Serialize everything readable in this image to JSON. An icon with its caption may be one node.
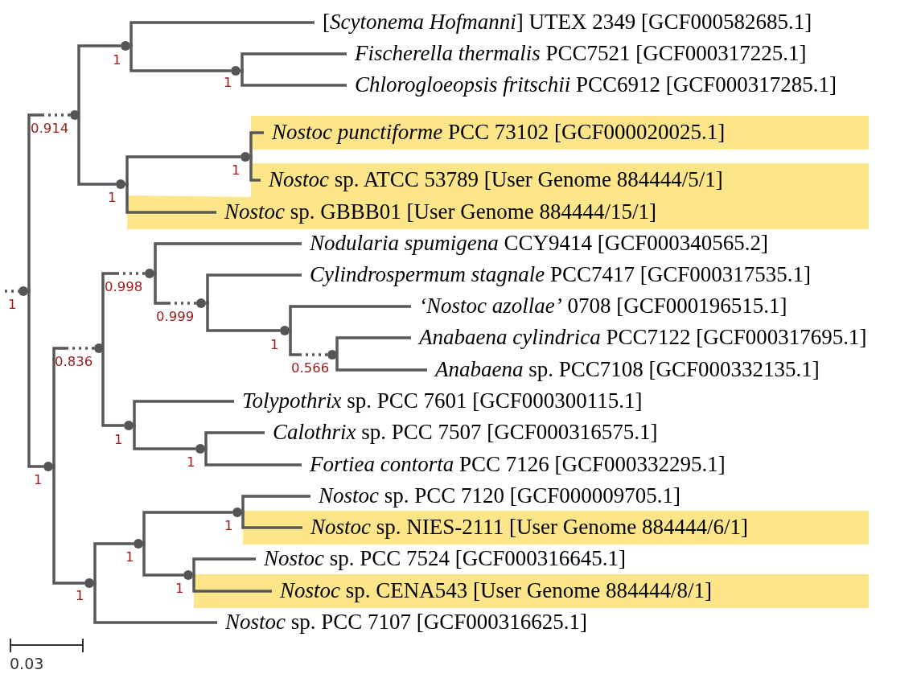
{
  "diagram": {
    "nodes": [
      {
        "text": [
          "[*Scytonema Hofmanni*] UTEX 2349 [GCF000582685.1]"
        ]
      },
      {
        "text": [
          "*Fischerella thermalis* PCC7521 [GCF000317225.1]"
        ]
      },
      {
        "text": [
          "*Chlorogloeopsis fritschii* PCC6912 [GCF000317285.1]"
        ]
      },
      {
        "text": [],
        "shape": "box"
      },
      {
        "text": [
          "*Nostoc punctiforme* PCC 73102 [GCF000020025.1]"
        ],
        "in": 3
      },
      {
        "text": [],
        "shape": "box"
      },
      {
        "text": [
          "*Nostoc* sp. ATCC 53789 [User Genome 884444/5/1]"
        ],
        "in": 5
      },
      {
        "text": [
          "*Nostoc* sp. GBBB01 [User Genome 884444/15/1]"
        ],
        "in": 5
      },
      {
        "text": [
          "*Nodularia spumigena* CCY9414 [GCF000340565.2]"
        ]
      },
      {
        "text": [
          "*Cylindrospermum stagnale* PCC7417 [GCF000317535.1]"
        ]
      },
      {
        "text": [
          "*‘Nostoc azollae’* 0708 [GCF000196515.1]"
        ]
      },
      {
        "text": [
          "*Anabaena cylindrica* PCC7122 [GCF000317695.1]"
        ]
      },
      {
        "text": [
          "*Anabaena* sp. PCC7108 [GCF000332135.1]"
        ]
      },
      {
        "text": [
          "*Tolypothrix* sp. PCC 7601 [GCF000300115.1]"
        ]
      },
      {
        "text": [
          "*Calothrix* sp. PCC 7507 [GCF000316575.1]"
        ]
      },
      {
        "text": [
          "*Fortiea contorta* PCC 7126 [GCF000332295.1]"
        ]
      },
      {
        "text": [
          "*Nostoc* sp. PCC 7120 [GCF000009705.1]"
        ]
      },
      {
        "text": [],
        "shape": "box"
      },
      {
        "text": [
          "*Nostoc* sp. NIES-2111 [User Genome 884444/6/1]"
        ],
        "in": 17
      },
      {
        "text": [
          "*Nostoc* sp. PCC 7524 [GCF000316645.1]"
        ]
      },
      {
        "text": [],
        "shape": "box"
      },
      {
        "text": [
          "*Nostoc* sp. CENA543 [User Genome 884444/8/1]"
        ],
        "in": 20
      },
      {
        "text": [
          "*Nostoc* sp. PCC 7107 [GCF000316625.1]"
        ]
      },
      {
        "text": [],
        "shape": "circle",
        "beside": [
          "1"
        ]
      },
      {
        "text": [],
        "shape": "circle",
        "beside": [
          "0.914"
        ]
      },
      {
        "text": [],
        "shape": "circle",
        "beside": [
          "1"
        ]
      },
      {
        "text": [],
        "shape": "circle",
        "beside": [
          "1"
        ]
      },
      {
        "text": [],
        "shape": "circle",
        "beside": [
          "1"
        ]
      },
      {
        "text": [],
        "shape": "circle",
        "beside": [
          "1"
        ]
      },
      {
        "text": [],
        "shape": "circle",
        "beside": [
          "1"
        ]
      },
      {
        "text": [],
        "shape": "circle",
        "beside": [
          "0.836"
        ]
      },
      {
        "text": [],
        "shape": "circle",
        "beside": [
          "0.998"
        ]
      },
      {
        "text": [],
        "shape": "circle",
        "beside": [
          "0.999"
        ]
      },
      {
        "text": [],
        "shape": "circle",
        "beside": [
          "1"
        ]
      },
      {
        "text": [],
        "shape": "circle",
        "beside": [
          "0.566"
        ]
      },
      {
        "text": [],
        "shape": "circle",
        "beside": [
          "1"
        ]
      },
      {
        "text": [],
        "shape": "circle",
        "beside": [
          "1"
        ]
      },
      {
        "text": [],
        "shape": "circle",
        "beside": [
          "1"
        ]
      },
      {
        "text": [],
        "shape": "circle",
        "beside": [
          "1"
        ]
      },
      {
        "text": [],
        "shape": "circle",
        "beside": [
          "1"
        ]
      },
      {
        "text": [],
        "shape": "circle",
        "beside": [
          "1"
        ]
      }
    ],
    "edges": [
      {
        "from": null,
        "to": 23,
        "arrow": "none",
        "style": "dashed"
      },
      {
        "from": 23,
        "to": 24,
        "arrow": "none",
        "style": "dashed"
      },
      {
        "from": 23,
        "to": 29,
        "arrow": "none"
      },
      {
        "from": 24,
        "to": 25,
        "arrow": "none"
      },
      {
        "from": 24,
        "to": 27,
        "arrow": "none"
      },
      {
        "from": 25,
        "to": 0,
        "arrow": "none"
      },
      {
        "from": 25,
        "to": 26,
        "arrow": "none"
      },
      {
        "from": 26,
        "to": 1,
        "arrow": "none"
      },
      {
        "from": 26,
        "to": 2,
        "arrow": "none"
      },
      {
        "from": 27,
        "to": 28,
        "arrow": "none"
      },
      {
        "from": 27,
        "to": 7,
        "arrow": "none"
      },
      {
        "from": 28,
        "to": 4,
        "arrow": "none"
      },
      {
        "from": 28,
        "to": 6,
        "arrow": "none"
      },
      {
        "from": 29,
        "to": 30,
        "arrow": "none",
        "style": "dashed"
      },
      {
        "from": 29,
        "to": 37,
        "arrow": "none"
      },
      {
        "from": 30,
        "to": 31,
        "arrow": "none",
        "style": "dashed"
      },
      {
        "from": 30,
        "to": 35,
        "arrow": "none"
      },
      {
        "from": 31,
        "to": 8,
        "arrow": "none"
      },
      {
        "from": 31,
        "to": 32,
        "arrow": "none",
        "style": "dashed"
      },
      {
        "from": 32,
        "to": 9,
        "arrow": "none"
      },
      {
        "from": 32,
        "to": 33,
        "arrow": "none"
      },
      {
        "from": 33,
        "to": 10,
        "arrow": "none"
      },
      {
        "from": 33,
        "to": 34,
        "arrow": "none",
        "style": "dashed"
      },
      {
        "from": 34,
        "to": 11,
        "arrow": "none"
      },
      {
        "from": 34,
        "to": 12,
        "arrow": "none"
      },
      {
        "from": 35,
        "to": 13,
        "arrow": "none"
      },
      {
        "from": 35,
        "to": 36,
        "arrow": "none"
      },
      {
        "from": 36,
        "to": 14,
        "arrow": "none"
      },
      {
        "from": 36,
        "to": 15,
        "arrow": "none"
      },
      {
        "from": 37,
        "to": 38,
        "arrow": "none"
      },
      {
        "from": 37,
        "to": 22,
        "arrow": "none"
      },
      {
        "from": 38,
        "to": 39,
        "arrow": "none"
      },
      {
        "from": 38,
        "to": 40,
        "arrow": "none"
      },
      {
        "from": 39,
        "to": 16,
        "arrow": "none"
      },
      {
        "from": 39,
        "to": 18,
        "arrow": "none"
      },
      {
        "from": 40,
        "to": 19,
        "arrow": "none"
      },
      {
        "from": 40,
        "to": 21,
        "arrow": "none"
      }
    ],
    "labels": [
      "0.03"
    ]
  }
}
